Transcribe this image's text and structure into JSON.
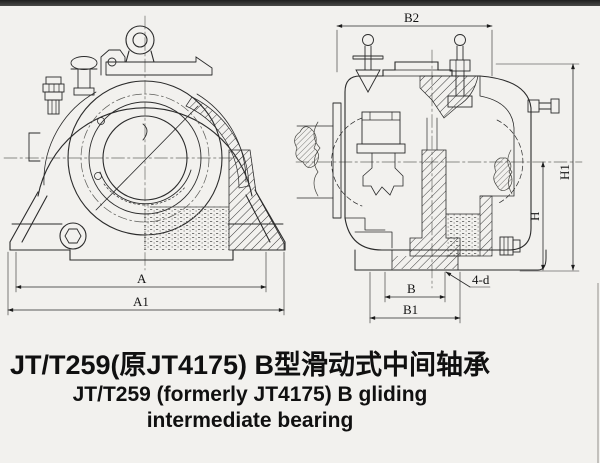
{
  "window": {
    "background": "#f2f1ee",
    "top_bar_color": "#1f1f1f",
    "line_color": "#2b2b2b"
  },
  "caption": {
    "title_zh": "JT/T259(原JT4175) B型滑动式中间轴承",
    "title_en_line1": "JT/T259 (formerly JT4175) B gliding",
    "title_en_line2": "intermediate bearing"
  },
  "drawing": {
    "type": "engineering technical drawing, two views of a plummer-block style gliding intermediate bearing",
    "views": {
      "front": {
        "name": "front view",
        "dims": {
          "A": "A",
          "A1": "A1"
        }
      },
      "section": {
        "name": "side cross-section view",
        "dims": {
          "B": "B",
          "B1": "B1",
          "B2": "B2",
          "H": "H",
          "H1": "H1",
          "holes": "4-d"
        }
      }
    }
  }
}
